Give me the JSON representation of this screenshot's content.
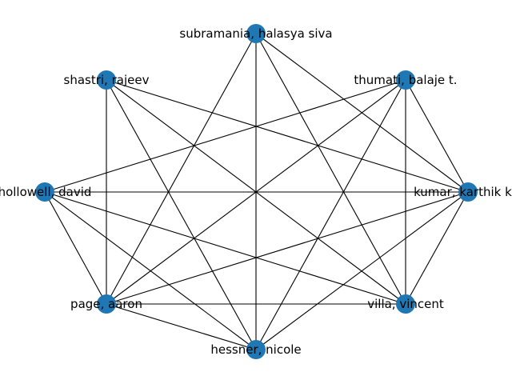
{
  "graph": {
    "node_color": "#1f77b4",
    "edge_color": "#000000",
    "nodes": [
      {
        "id": "subramania",
        "label": "subramania, halasya siva"
      },
      {
        "id": "thumati",
        "label": "thumati, balaje t."
      },
      {
        "id": "kumar",
        "label": "kumar, karthik kal"
      },
      {
        "id": "villa",
        "label": "villa, vincent"
      },
      {
        "id": "hessner",
        "label": "hessner, nicole"
      },
      {
        "id": "page",
        "label": "page, aaron"
      },
      {
        "id": "hollowell",
        "label": "hollowell, david"
      },
      {
        "id": "shastri",
        "label": "shastri, rajeev"
      }
    ],
    "edges": [
      [
        "subramania",
        "kumar"
      ],
      [
        "subramania",
        "villa"
      ],
      [
        "subramania",
        "hessner"
      ],
      [
        "subramania",
        "page"
      ],
      [
        "thumati",
        "kumar"
      ],
      [
        "thumati",
        "villa"
      ],
      [
        "thumati",
        "hessner"
      ],
      [
        "thumati",
        "page"
      ],
      [
        "thumati",
        "hollowell"
      ],
      [
        "kumar",
        "villa"
      ],
      [
        "kumar",
        "hessner"
      ],
      [
        "kumar",
        "page"
      ],
      [
        "kumar",
        "hollowell"
      ],
      [
        "kumar",
        "shastri"
      ],
      [
        "villa",
        "page"
      ],
      [
        "villa",
        "hollowell"
      ],
      [
        "villa",
        "shastri"
      ],
      [
        "hessner",
        "page"
      ],
      [
        "hessner",
        "hollowell"
      ],
      [
        "hessner",
        "shastri"
      ],
      [
        "page",
        "hollowell"
      ],
      [
        "page",
        "shastri"
      ]
    ]
  }
}
